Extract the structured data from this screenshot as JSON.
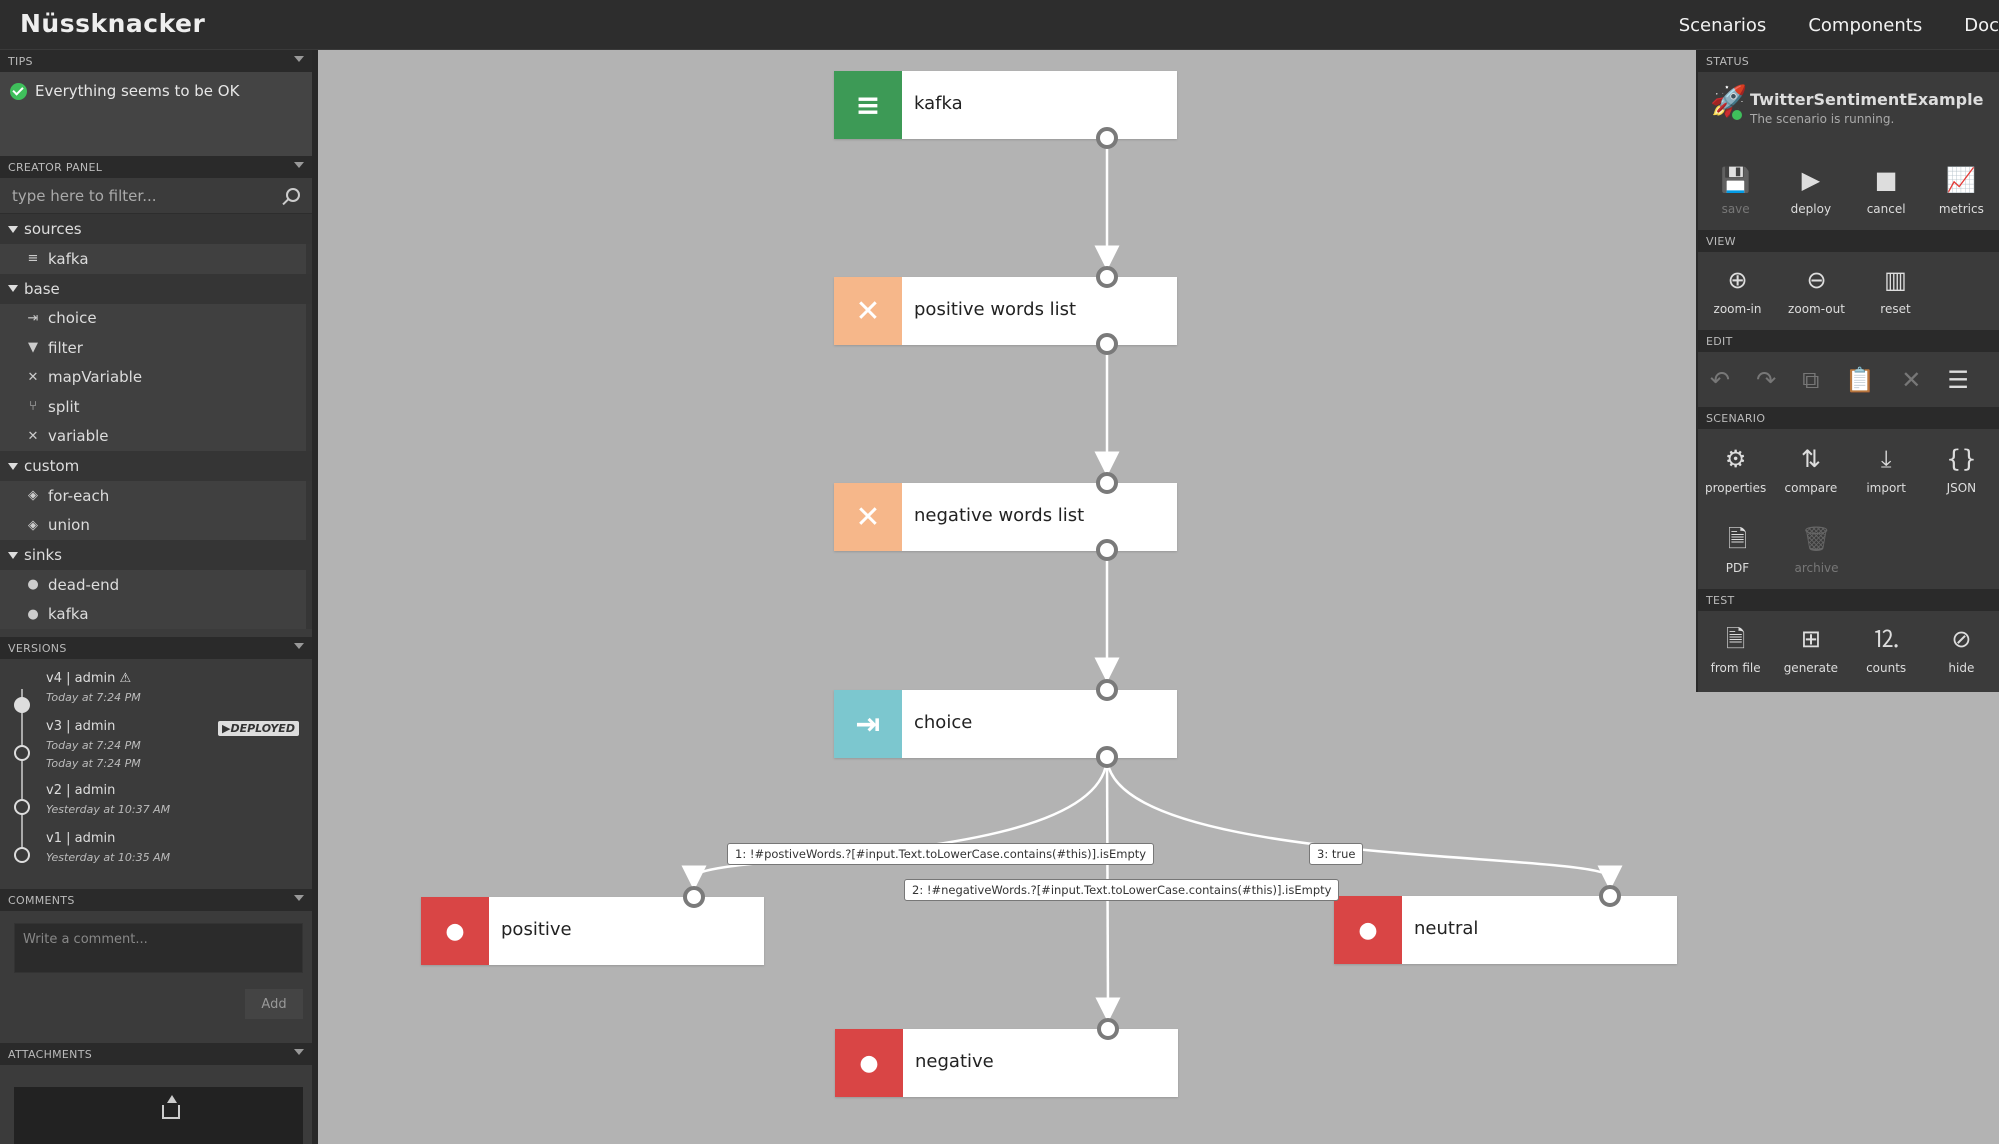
{
  "app": {
    "logo": "Nüssknacker",
    "nav": [
      "Scenarios",
      "Components",
      "Doc"
    ]
  },
  "tips": {
    "header": "TIPS",
    "message": "Everything seems to be OK"
  },
  "creator": {
    "header": "CREATOR PANEL",
    "filter_placeholder": "type here to filter...",
    "groups": [
      {
        "name": "sources",
        "items": [
          {
            "label": "kafka",
            "icon": "≡"
          }
        ]
      },
      {
        "name": "base",
        "items": [
          {
            "label": "choice",
            "icon": "⇥"
          },
          {
            "label": "filter",
            "icon": "▼"
          },
          {
            "label": "mapVariable",
            "icon": "✕"
          },
          {
            "label": "split",
            "icon": "⑂"
          },
          {
            "label": "variable",
            "icon": "✕"
          }
        ]
      },
      {
        "name": "custom",
        "items": [
          {
            "label": "for-each",
            "icon": "◈"
          },
          {
            "label": "union",
            "icon": "◈"
          }
        ]
      },
      {
        "name": "sinks",
        "items": [
          {
            "label": "dead-end",
            "icon": "●"
          },
          {
            "label": "kafka",
            "icon": "●"
          }
        ]
      }
    ]
  },
  "versions": {
    "header": "VERSIONS",
    "list": [
      {
        "title": "v4 | admin ⚠",
        "dates": [
          "Today at 7:24 PM"
        ]
      },
      {
        "title": "v3 | admin",
        "dates": [
          "Today at 7:24 PM",
          "Today at 7:24 PM"
        ],
        "badge": "▶DEPLOYED"
      },
      {
        "title": "v2 | admin",
        "dates": [
          "Yesterday at 10:37 AM"
        ]
      },
      {
        "title": "v1 | admin",
        "dates": [
          "Yesterday at 10:35 AM"
        ]
      }
    ]
  },
  "comments": {
    "header": "COMMENTS",
    "placeholder": "Write a comment...",
    "add_label": "Add"
  },
  "attachments": {
    "header": "ATTACHMENTS"
  },
  "graph": {
    "nodes": [
      {
        "id": "kafka",
        "label": "kafka",
        "color": "#3d9a56"
      },
      {
        "id": "positive-words",
        "label": "positive words list",
        "color": "#f6b78a"
      },
      {
        "id": "negative-words",
        "label": "negative words list",
        "color": "#f6b78a"
      },
      {
        "id": "choice",
        "label": "choice",
        "color": "#7cc7cf"
      },
      {
        "id": "positive",
        "label": "positive",
        "color": "#d94545"
      },
      {
        "id": "neutral",
        "label": "neutral",
        "color": "#d94545"
      },
      {
        "id": "negative",
        "label": "negative",
        "color": "#d94545"
      }
    ],
    "edge_labels": {
      "e1": "1: !#postiveWords.?[#input.Text.toLowerCase.contains(#this)].isEmpty",
      "e2": "2: !#negativeWords.?[#input.Text.toLowerCase.contains(#this)].isEmpty",
      "e3": "3: true"
    }
  },
  "status": {
    "header": "STATUS",
    "scenario_name": "TwitterSentimentExample",
    "state_text": "The scenario is running.",
    "buttons": [
      {
        "label": "save",
        "icon": "💾",
        "disabled": true
      },
      {
        "label": "deploy",
        "icon": "▶",
        "disabled": false
      },
      {
        "label": "cancel",
        "icon": "■",
        "disabled": false
      },
      {
        "label": "metrics",
        "icon": "📈",
        "disabled": false
      }
    ]
  },
  "view": {
    "header": "VIEW",
    "buttons": [
      {
        "label": "zoom-in",
        "icon": "⊕"
      },
      {
        "label": "zoom-out",
        "icon": "⊖"
      },
      {
        "label": "reset",
        "icon": "▥"
      }
    ]
  },
  "edit": {
    "header": "EDIT",
    "icons": [
      "↶",
      "↷",
      "⧉",
      "📋",
      "✕",
      "☰"
    ]
  },
  "scenario": {
    "header": "SCENARIO",
    "buttons": [
      {
        "label": "properties",
        "icon": "⚙",
        "disabled": false
      },
      {
        "label": "compare",
        "icon": "⇅",
        "disabled": false
      },
      {
        "label": "import",
        "icon": "⤓",
        "disabled": false
      },
      {
        "label": "JSON",
        "icon": "{}",
        "disabled": false
      },
      {
        "label": "PDF",
        "icon": "🗎",
        "disabled": false
      },
      {
        "label": "archive",
        "icon": "🗑",
        "disabled": true
      }
    ]
  },
  "test": {
    "header": "TEST",
    "buttons": [
      {
        "label": "from file",
        "icon": "🗎"
      },
      {
        "label": "generate",
        "icon": "⊞"
      },
      {
        "label": "counts",
        "icon": "⒓"
      },
      {
        "label": "hide",
        "icon": "⊘"
      }
    ]
  }
}
